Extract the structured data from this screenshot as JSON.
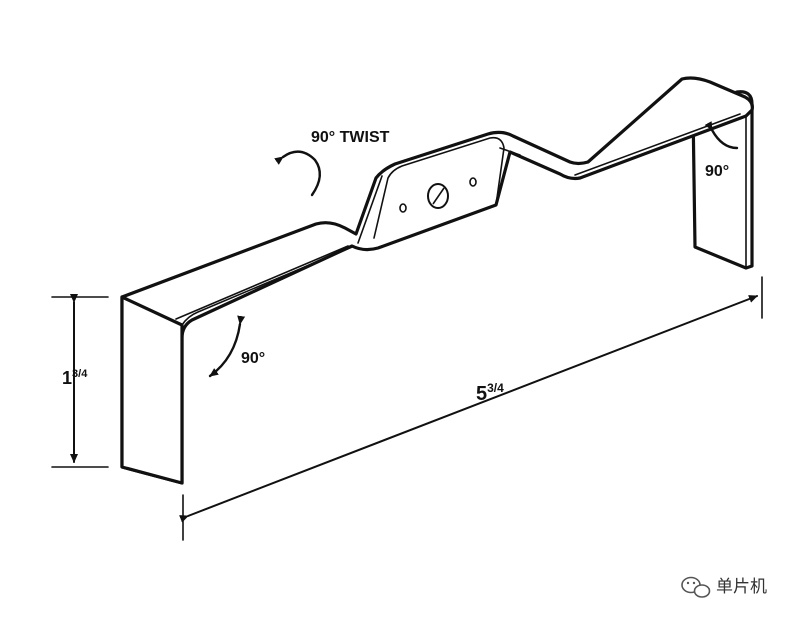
{
  "labels": {
    "twist": "90° TWIST",
    "angle_right": "90°",
    "angle_left": "90°",
    "height_whole": "1",
    "height_fraction": "3/4",
    "length_whole": "5",
    "length_fraction": "3/4"
  },
  "watermark": {
    "text": "单片机",
    "icon": "wechat-icon"
  },
  "colors": {
    "line": "#111111",
    "background": "#ffffff"
  }
}
